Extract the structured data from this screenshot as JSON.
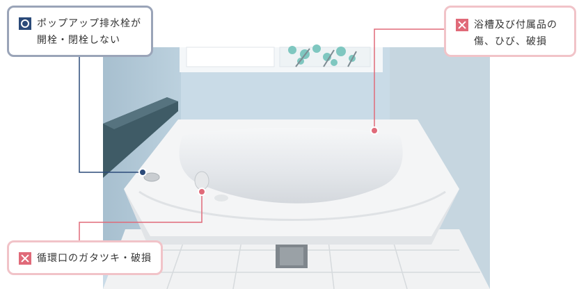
{
  "callouts": {
    "popup_drain": {
      "mark": "circle-ok",
      "line1": "ポップアップ排水栓が",
      "line2": "開栓・閉栓しない"
    },
    "tub_damage": {
      "mark": "cross-ng",
      "line1": "浴槽及び付属品の",
      "line2": "傷、ひび、破損"
    },
    "circulation_port": {
      "mark": "cross-ng",
      "line1": "循環口のガタツキ・破損"
    }
  },
  "colors": {
    "ok_mark": "#2b4a79",
    "ng_mark": "#e06a79",
    "ok_border": "#9aa4b8",
    "ng_border": "#f1c3c8",
    "wall": "#bcd3e2",
    "ok_line": "#2b4a79",
    "ng_line": "#e06a79"
  }
}
